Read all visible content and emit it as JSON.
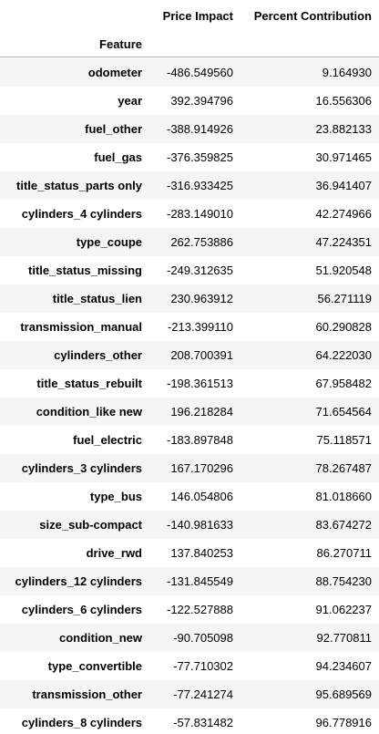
{
  "table": {
    "columns": [
      "Price Impact",
      "Percent Contribution"
    ],
    "index_name": "Feature",
    "rows": [
      {
        "feature": "odometer",
        "price_impact": "-486.549560",
        "percent_contribution": "9.164930"
      },
      {
        "feature": "year",
        "price_impact": "392.394796",
        "percent_contribution": "16.556306"
      },
      {
        "feature": "fuel_other",
        "price_impact": "-388.914926",
        "percent_contribution": "23.882133"
      },
      {
        "feature": "fuel_gas",
        "price_impact": "-376.359825",
        "percent_contribution": "30.971465"
      },
      {
        "feature": "title_status_parts only",
        "price_impact": "-316.933425",
        "percent_contribution": "36.941407"
      },
      {
        "feature": "cylinders_4 cylinders",
        "price_impact": "-283.149010",
        "percent_contribution": "42.274966"
      },
      {
        "feature": "type_coupe",
        "price_impact": "262.753886",
        "percent_contribution": "47.224351"
      },
      {
        "feature": "title_status_missing",
        "price_impact": "-249.312635",
        "percent_contribution": "51.920548"
      },
      {
        "feature": "title_status_lien",
        "price_impact": "230.963912",
        "percent_contribution": "56.271119"
      },
      {
        "feature": "transmission_manual",
        "price_impact": "-213.399110",
        "percent_contribution": "60.290828"
      },
      {
        "feature": "cylinders_other",
        "price_impact": "208.700391",
        "percent_contribution": "64.222030"
      },
      {
        "feature": "title_status_rebuilt",
        "price_impact": "-198.361513",
        "percent_contribution": "67.958482"
      },
      {
        "feature": "condition_like new",
        "price_impact": "196.218284",
        "percent_contribution": "71.654564"
      },
      {
        "feature": "fuel_electric",
        "price_impact": "-183.897848",
        "percent_contribution": "75.118571"
      },
      {
        "feature": "cylinders_3 cylinders",
        "price_impact": "167.170296",
        "percent_contribution": "78.267487"
      },
      {
        "feature": "type_bus",
        "price_impact": "146.054806",
        "percent_contribution": "81.018660"
      },
      {
        "feature": "size_sub-compact",
        "price_impact": "-140.981633",
        "percent_contribution": "83.674272"
      },
      {
        "feature": "drive_rwd",
        "price_impact": "137.840253",
        "percent_contribution": "86.270711"
      },
      {
        "feature": "cylinders_12 cylinders",
        "price_impact": "-131.845549",
        "percent_contribution": "88.754230"
      },
      {
        "feature": "cylinders_6 cylinders",
        "price_impact": "-122.527888",
        "percent_contribution": "91.062237"
      },
      {
        "feature": "condition_new",
        "price_impact": "-90.705098",
        "percent_contribution": "92.770811"
      },
      {
        "feature": "type_convertible",
        "price_impact": "-77.710302",
        "percent_contribution": "94.234607"
      },
      {
        "feature": "transmission_other",
        "price_impact": "-77.241274",
        "percent_contribution": "95.689569"
      },
      {
        "feature": "cylinders_8 cylinders",
        "price_impact": "-57.831482",
        "percent_contribution": "96.778916"
      }
    ]
  },
  "colors": {
    "stripe": "#f5f5f5",
    "rule": "#bdbdbd",
    "text": "#000000",
    "background": "#ffffff"
  }
}
